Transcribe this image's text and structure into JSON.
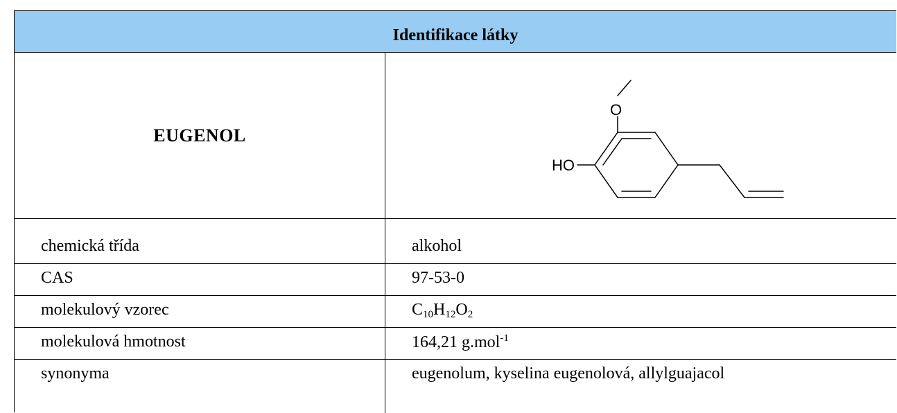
{
  "header": {
    "title": "Identifikace látky"
  },
  "substance": {
    "name": "EUGENOL"
  },
  "structure": {
    "methoxy_label": "O",
    "hydroxyl_label": "HO"
  },
  "rows": [
    {
      "label": "chemická třída",
      "value": "alkohol"
    },
    {
      "label": "CAS",
      "value": "97-53-0"
    },
    {
      "label": "molekulový vzorec",
      "formula": {
        "c": "C",
        "c_n": "10",
        "h": "H",
        "h_n": "12",
        "o": "O",
        "o_n": "2"
      }
    },
    {
      "label": "molekulová hmotnost",
      "value": "164,21 g.mol",
      "unit_exp": "-1"
    },
    {
      "label": "synonyma",
      "value": "eugenolum, kyselina eugenolová, allylguajacol"
    }
  ],
  "colors": {
    "header_bg": "#99ccf2",
    "border": "#000000"
  }
}
